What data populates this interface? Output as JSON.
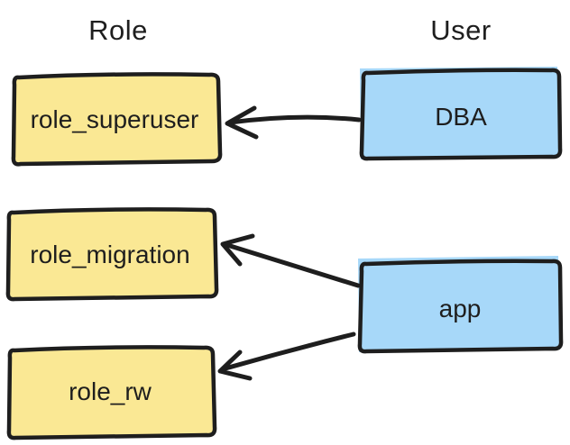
{
  "diagram": {
    "title": "user-role-mapping-diagram",
    "columns": [
      {
        "label": "Role"
      },
      {
        "label": "User"
      }
    ],
    "roles": [
      {
        "label": "role_superuser"
      },
      {
        "label": "role_migration"
      },
      {
        "label": "role_rw"
      }
    ],
    "users": [
      {
        "label": "DBA"
      },
      {
        "label": "app"
      }
    ],
    "edges": [
      {
        "from": "DBA",
        "to": "role_superuser"
      },
      {
        "from": "app",
        "to": "role_migration"
      },
      {
        "from": "app",
        "to": "role_rw"
      }
    ],
    "colors": {
      "role_fill": "#fae894",
      "user_fill": "#a7d8f9",
      "stroke": "#1e1e1e",
      "text": "#1e1e1e",
      "background": "#ffffff"
    }
  }
}
